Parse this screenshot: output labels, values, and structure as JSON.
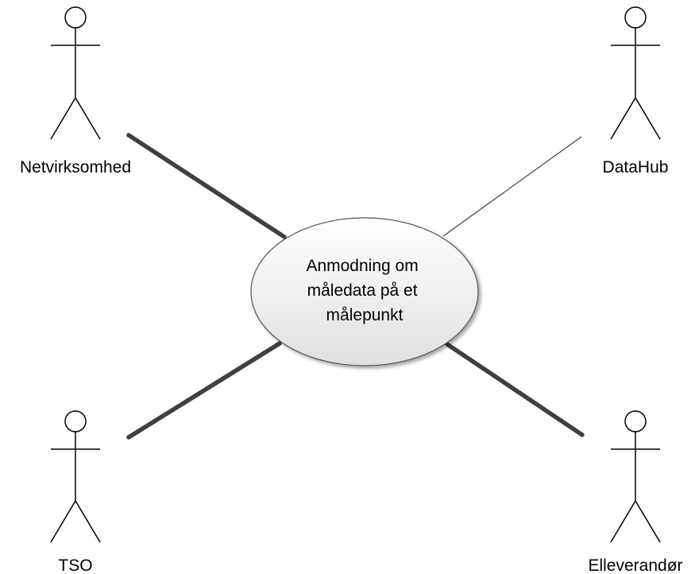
{
  "use_case": {
    "lines": [
      "Anmodning om",
      "måledata på et",
      "målepunkt"
    ]
  },
  "actors": {
    "netvirksomhed": "Netvirksomhed",
    "datahub": "DataHub",
    "tso": "TSO",
    "elleverandor": "Elleverandør"
  },
  "colors": {
    "ellipse_fill_top": "#ffffff",
    "ellipse_fill_bottom": "#e2e2e2",
    "ellipse_stroke": "#555555",
    "association": "#3f3f3f"
  }
}
